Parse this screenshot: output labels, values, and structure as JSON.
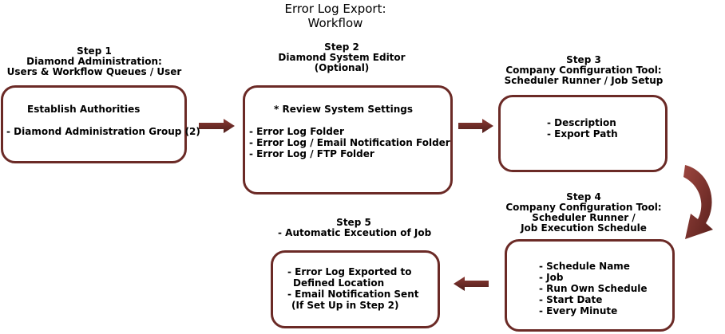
{
  "title": [
    "Error Log Export:",
    "Workflow"
  ],
  "colors": {
    "border": "#6b2a26",
    "arrow": "#6b2a26"
  },
  "steps": [
    {
      "label": [
        "Step 1",
        "Diamond Administration:",
        "Users & Workflow Queues / User"
      ],
      "heading": "Establish Authorities",
      "items": [
        "- Diamond Administration Group (2)"
      ]
    },
    {
      "label": [
        "Step 2",
        "Diamond System Editor",
        "(Optional)"
      ],
      "heading": "* Review System Settings",
      "items": [
        "- Error Log Folder",
        "- Error Log / Email Notification Folder",
        "- Error Log / FTP Folder"
      ]
    },
    {
      "label": [
        "Step 3",
        "Company Configuration Tool:",
        "Scheduler Runner / Job Setup"
      ],
      "items": [
        "- Description",
        "- Export Path"
      ]
    },
    {
      "label": [
        "Step 4",
        "Company Configuration Tool:",
        "Scheduler Runner /",
        "Job Execution Schedule"
      ],
      "items": [
        "- Schedule Name",
        "- Job",
        "- Run Own Schedule",
        "- Start Date",
        "- Every Minute"
      ]
    },
    {
      "label": [
        "Step 5",
        "- Automatic Exceution of Job"
      ],
      "items": [
        "- Error Log Exported to",
        "Defined Location",
        "- Email Notification Sent",
        "(If Set Up in Step 2)"
      ]
    }
  ]
}
